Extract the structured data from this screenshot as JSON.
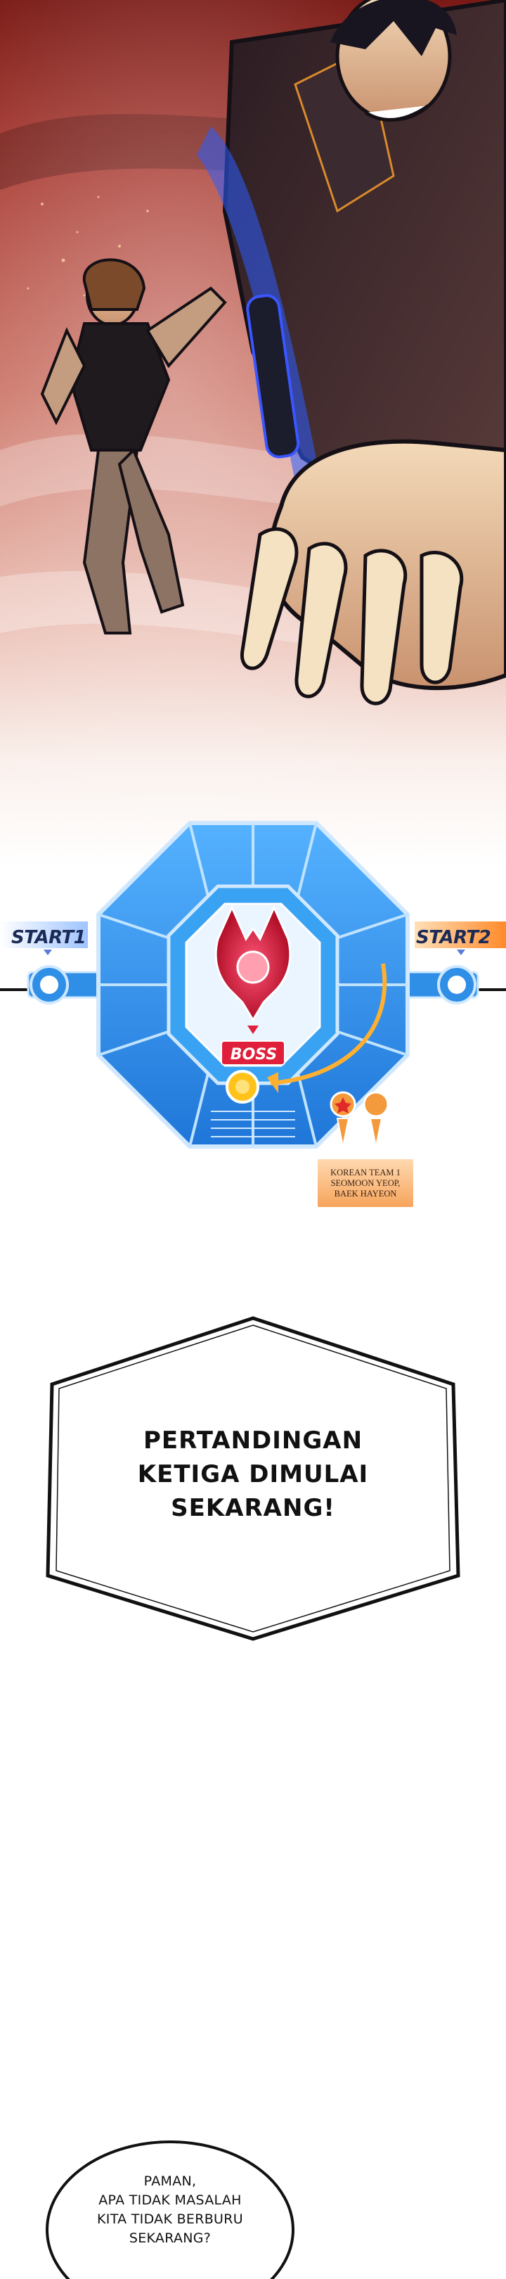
{
  "artwork": {
    "description_name": "manga-action-panel"
  },
  "map": {
    "start1_label": "START1",
    "start2_label": "START2",
    "boss_label": "BOSS",
    "team_lines": [
      "KOREAN TEAM 1",
      "SEOMOON YEOP,",
      "BAEK HAYEON"
    ],
    "colors": {
      "map_blue": "#2f8fe6",
      "map_light": "#9fd3ff",
      "boss_red": "#e0203a",
      "marker_orange": "#f39a3c"
    }
  },
  "narration": {
    "lines": [
      "PERTANDINGAN",
      "KETIGA DIMULAI",
      "SEKARANG!"
    ]
  },
  "speech": {
    "lines": [
      "PAMAN,",
      "APA TIDAK MASALAH",
      "KITA TIDAK BERBURU",
      "SEKARANG?"
    ]
  }
}
